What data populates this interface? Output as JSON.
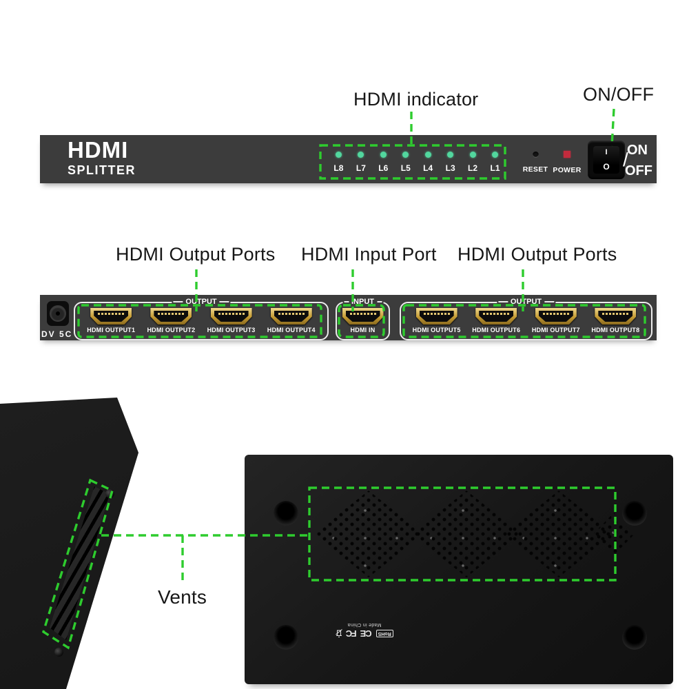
{
  "callouts": {
    "hdmi_indicator": "HDMI indicator",
    "on_off": "ON/OFF",
    "output_ports_left": "HDMI Output Ports",
    "input_port": "HDMI Input Port",
    "output_ports_right": "HDMI Output Ports",
    "vents": "Vents"
  },
  "front_panel": {
    "brand_line1": "HDMI",
    "brand_line2": "SPLITTER",
    "led_labels": [
      "L8",
      "L7",
      "L6",
      "L5",
      "L4",
      "L3",
      "L2",
      "L1"
    ],
    "reset_label": "RESET",
    "power_label": "POWER",
    "switch_top_mark": "I",
    "switch_bottom_mark": "O",
    "switch_on": "ON",
    "switch_slash": "/",
    "switch_off": "OFF"
  },
  "rear_panel": {
    "dc_label": "DV 5C",
    "group_left": {
      "legend": "OUTPUT",
      "ports": [
        "HDMI OUTPUT1",
        "HDMI OUTPUT2",
        "HDMI OUTPUT3",
        "HDMI OUTPUT4"
      ]
    },
    "group_input": {
      "legend": "INPUT",
      "ports": [
        "HDMI IN"
      ]
    },
    "group_right": {
      "legend": "OUTPUT",
      "ports": [
        "HDMI OUTPUT5",
        "HDMI OUTPUT6",
        "HDMI OUTPUT7",
        "HDMI OUTPUT8"
      ]
    }
  },
  "bottom_view": {
    "cert_rohs": "RoHS",
    "cert_ce": "CE",
    "cert_fc": "FC",
    "made_in": "Made in China"
  },
  "colors": {
    "panel_gray": "#3c3c3c",
    "annotation_green": "#2ecc2e",
    "led_green": "#52d79e",
    "power_red": "#c22b3d",
    "port_gold": "#c9a227",
    "case_black": "#161616"
  }
}
